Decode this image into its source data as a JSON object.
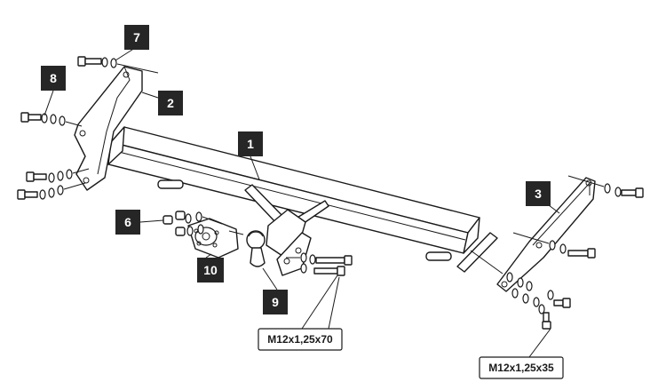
{
  "callouts": {
    "c1": "1",
    "c2": "2",
    "c3": "3",
    "c6": "6",
    "c7": "7",
    "c8": "8",
    "c9": "9",
    "c10": "10"
  },
  "specs": {
    "bolt_long": "M12x1,25x70",
    "bolt_short": "M12x1,25x35"
  },
  "colors": {
    "callout_fill": "#262626",
    "line": "#1a1a1a",
    "background": "#ffffff"
  }
}
